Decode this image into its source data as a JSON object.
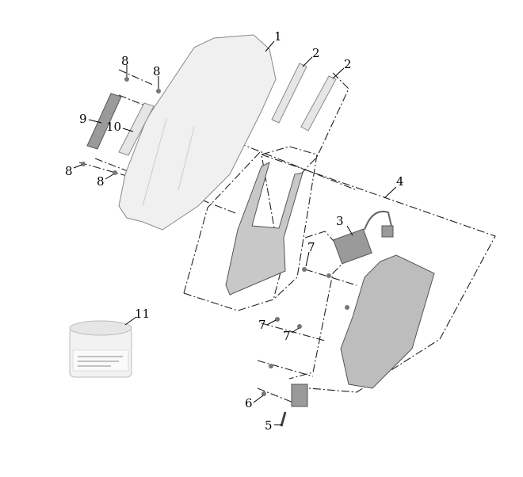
{
  "diagram": {
    "title": "Windshield bracket assembly exploded view",
    "callouts": [
      {
        "id": "1",
        "text": "1"
      },
      {
        "id": "2a",
        "text": "2"
      },
      {
        "id": "2b",
        "text": "2"
      },
      {
        "id": "3",
        "text": "3"
      },
      {
        "id": "4",
        "text": "4"
      },
      {
        "id": "5",
        "text": "5"
      },
      {
        "id": "6",
        "text": "6"
      },
      {
        "id": "7a",
        "text": "7"
      },
      {
        "id": "7b",
        "text": "7"
      },
      {
        "id": "7c",
        "text": "7"
      },
      {
        "id": "8a",
        "text": "8"
      },
      {
        "id": "8b",
        "text": "8"
      },
      {
        "id": "8c",
        "text": "8"
      },
      {
        "id": "8d",
        "text": "8"
      },
      {
        "id": "9",
        "text": "9"
      },
      {
        "id": "10",
        "text": "10"
      },
      {
        "id": "11",
        "text": "11"
      }
    ]
  }
}
